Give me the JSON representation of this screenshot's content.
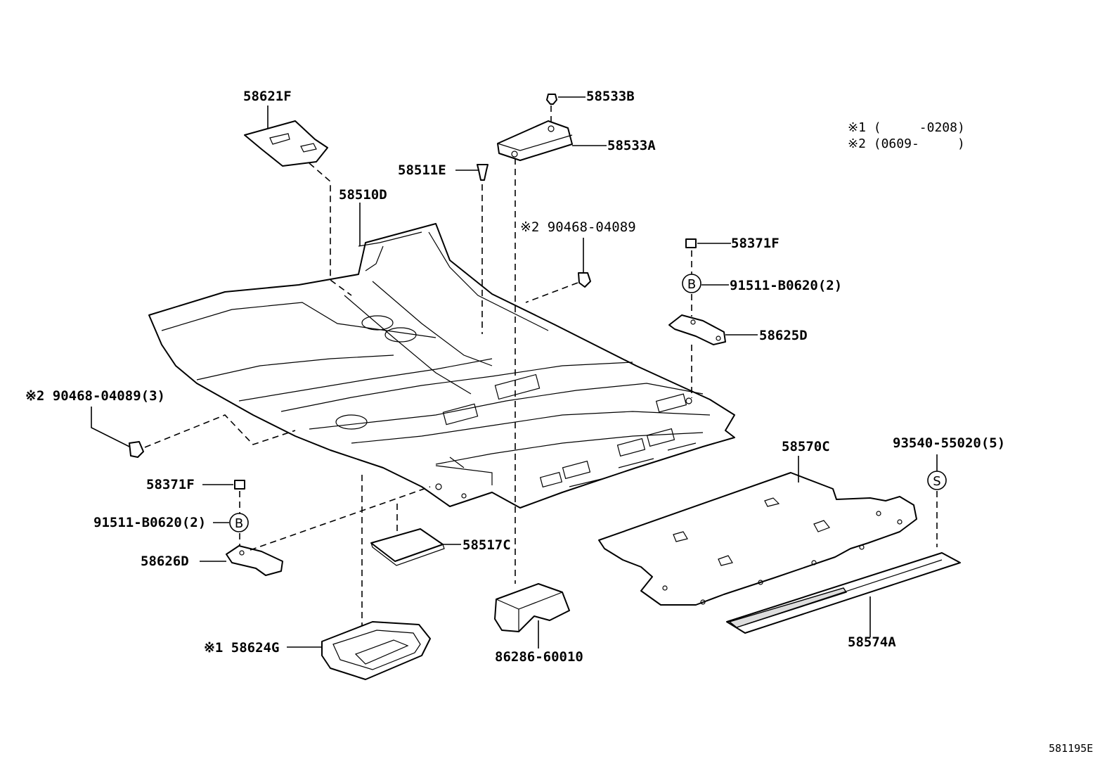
{
  "notes": {
    "line1": "※1 (     -0208)",
    "line2": "※2 (0609-     )"
  },
  "labels": {
    "p58621F": "58621F",
    "p58533B": "58533B",
    "p58533A": "58533A",
    "p58511E": "58511E",
    "p58510D": "58510D",
    "p90468_top": "※2 90468-04089",
    "p58371F_right": "58371F",
    "p91511_right": "91511-B0620(2)",
    "p58625D": "58625D",
    "p90468_left": "※2 90468-04089(3)",
    "p58570C": "58570C",
    "p93540": "93540-55020(5)",
    "p58371F_left": "58371F",
    "p91511_left": "91511-B0620(2)",
    "p58626D": "58626D",
    "p58517C": "58517C",
    "p58624G": "※1 58624G",
    "p86286": "86286-60010",
    "p58574A": "58574A"
  },
  "markers": {
    "b_right": "B",
    "b_left": "B",
    "s_right": "S"
  },
  "diagram_code": "581195E"
}
